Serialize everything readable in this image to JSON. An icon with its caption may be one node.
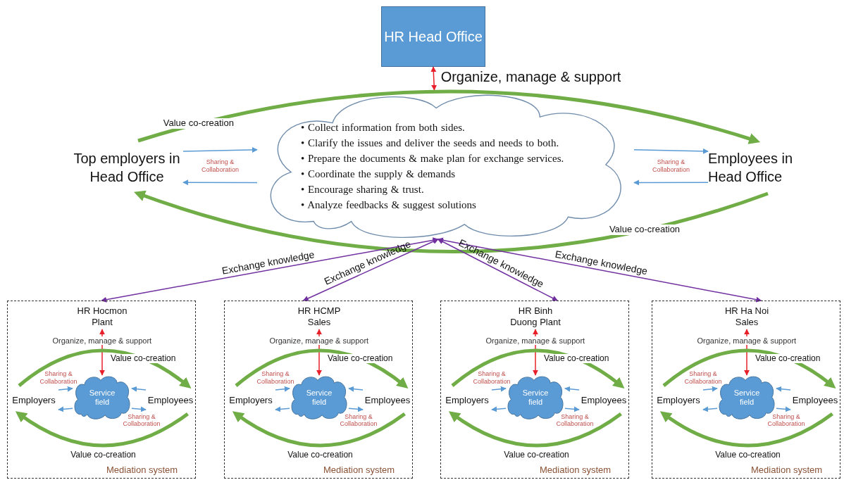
{
  "diagram": {
    "nodes": [
      {
        "text": [
          "HR Head Office"
        ]
      },
      {
        "text": [
          "• Collect information from both sides.",
          "• Clarify the issues and deliver the seeds and needs to both.",
          "• Prepare the documents & make plan for exchange services.",
          "• Coordinate the supply & demands",
          "• Encourage sharing & trust.",
          "• Analyze feedbacks & suggest solutions"
        ]
      },
      {
        "text": [
          "Top employers in Head Office"
        ]
      },
      {
        "text": [
          "Employees in Head Office"
        ]
      },
      {
        "text": [
          "Mediation system"
        ]
      },
      {
        "text": [
          "HR Hocmon Plant"
        ],
        "in": 4
      },
      {
        "text": [
          "Service field"
        ],
        "in": 4
      },
      {
        "text": [
          "Employers"
        ],
        "in": 4
      },
      {
        "text": [
          "Employees"
        ],
        "in": 4
      },
      {
        "text": [
          "Mediation system"
        ]
      },
      {
        "text": [
          "HR HCMP Sales"
        ],
        "in": 9
      },
      {
        "text": [
          "Service field"
        ],
        "in": 9
      },
      {
        "text": [
          "Employers"
        ],
        "in": 9
      },
      {
        "text": [
          "Employees"
        ],
        "in": 9
      },
      {
        "text": [
          "Mediation system"
        ]
      },
      {
        "text": [
          "HR Binh Duong Plant"
        ],
        "in": 14
      },
      {
        "text": [
          "Service field"
        ],
        "in": 14
      },
      {
        "text": [
          "Employers"
        ],
        "in": 14
      },
      {
        "text": [
          "Employees"
        ],
        "in": 14
      },
      {
        "text": [
          "Mediation system"
        ]
      },
      {
        "text": [
          "HR Ha Noi Sales"
        ],
        "in": 19
      },
      {
        "text": [
          "Service field"
        ],
        "in": 19
      },
      {
        "text": [
          "Employers"
        ],
        "in": 19
      },
      {
        "text": [
          "Employees"
        ],
        "in": 19
      }
    ],
    "edges": [
      {
        "from": 0,
        "to": 1,
        "arrow": "both",
        "color": "#e8202a",
        "label": "Organize, manage & support"
      },
      {
        "from": 2,
        "to": 3,
        "arrow": "to",
        "style": "thick",
        "color": "#70ad47",
        "label": "Value co-creation"
      },
      {
        "from": 3,
        "to": 2,
        "arrow": "to",
        "style": "thick",
        "color": "#70ad47",
        "label": "Value co-creation"
      },
      {
        "from": 2,
        "to": 1,
        "arrow": "to",
        "label": "Sharing & Collaboration"
      },
      {
        "from": 1,
        "to": 2,
        "arrow": "to"
      },
      {
        "from": 1,
        "to": 3,
        "arrow": "to",
        "label": "Sharing & Collaboration"
      },
      {
        "from": 3,
        "to": 1,
        "arrow": "to"
      },
      {
        "from": 1,
        "to": 4,
        "arrow": "both",
        "color": "#7030a0",
        "label": "Exchange knowledge"
      },
      {
        "from": 1,
        "to": 9,
        "arrow": "both",
        "color": "#7030a0",
        "label": "Exchange knowledge"
      },
      {
        "from": 1,
        "to": 14,
        "arrow": "both",
        "color": "#7030a0",
        "label": "Exchange knowledge"
      },
      {
        "from": 1,
        "to": 19,
        "arrow": "both",
        "color": "#7030a0",
        "label": "Exchange knowledge"
      },
      {
        "from": 5,
        "to": 6,
        "arrow": "both",
        "color": "#e8202a",
        "label": "Organize, manage & support"
      },
      {
        "from": 7,
        "to": 8,
        "arrow": "to",
        "style": "thick",
        "color": "#70ad47",
        "label": "Value co-creation"
      },
      {
        "from": 8,
        "to": 7,
        "arrow": "to",
        "style": "thick",
        "color": "#70ad47",
        "label": "Value co-creation"
      },
      {
        "from": 7,
        "to": 6,
        "arrow": "to",
        "label": "Sharing & Collaboration"
      },
      {
        "from": 6,
        "to": 7,
        "arrow": "to"
      },
      {
        "from": 8,
        "to": 6,
        "arrow": "to"
      },
      {
        "from": 6,
        "to": 8,
        "arrow": "to",
        "label": "Sharing & Collaboration"
      },
      {
        "from": 10,
        "to": 11,
        "arrow": "both",
        "color": "#e8202a",
        "label": "Organize, manage & support"
      },
      {
        "from": 12,
        "to": 13,
        "arrow": "to",
        "style": "thick",
        "color": "#70ad47",
        "label": "Value co-creation"
      },
      {
        "from": 13,
        "to": 12,
        "arrow": "to",
        "style": "thick",
        "color": "#70ad47",
        "label": "Value co-creation"
      },
      {
        "from": 12,
        "to": 11,
        "arrow": "to",
        "label": "Sharing & Collaboration"
      },
      {
        "from": 11,
        "to": 12,
        "arrow": "to"
      },
      {
        "from": 13,
        "to": 11,
        "arrow": "to"
      },
      {
        "from": 11,
        "to": 13,
        "arrow": "to",
        "label": "Sharing & Collaboration"
      },
      {
        "from": 15,
        "to": 16,
        "arrow": "both",
        "color": "#e8202a",
        "label": "Organize, manage & support"
      },
      {
        "from": 17,
        "to": 18,
        "arrow": "to",
        "style": "thick",
        "color": "#70ad47",
        "label": "Value co-creation"
      },
      {
        "from": 18,
        "to": 17,
        "arrow": "to",
        "style": "thick",
        "color": "#70ad47",
        "label": "Value co-creation"
      },
      {
        "from": 17,
        "to": 16,
        "arrow": "to",
        "label": "Sharing & Collaboration"
      },
      {
        "from": 16,
        "to": 17,
        "arrow": "to"
      },
      {
        "from": 18,
        "to": 16,
        "arrow": "to"
      },
      {
        "from": 16,
        "to": 18,
        "arrow": "to",
        "label": "Sharing & Collaboration"
      },
      {
        "from": 20,
        "to": 21,
        "arrow": "both",
        "color": "#e8202a",
        "label": "Organize, manage & support"
      },
      {
        "from": 22,
        "to": 23,
        "arrow": "to",
        "style": "thick",
        "color": "#70ad47",
        "label": "Value co-creation"
      },
      {
        "from": 23,
        "to": 22,
        "arrow": "to",
        "style": "thick",
        "color": "#70ad47",
        "label": "Value co-creation"
      },
      {
        "from": 22,
        "to": 21,
        "arrow": "to",
        "label": "Sharing & Collaboration"
      },
      {
        "from": 21,
        "to": 22,
        "arrow": "to"
      },
      {
        "from": 23,
        "to": 21,
        "arrow": "to"
      },
      {
        "from": 21,
        "to": 23,
        "arrow": "to",
        "label": "Sharing & Collaboration"
      }
    ]
  }
}
